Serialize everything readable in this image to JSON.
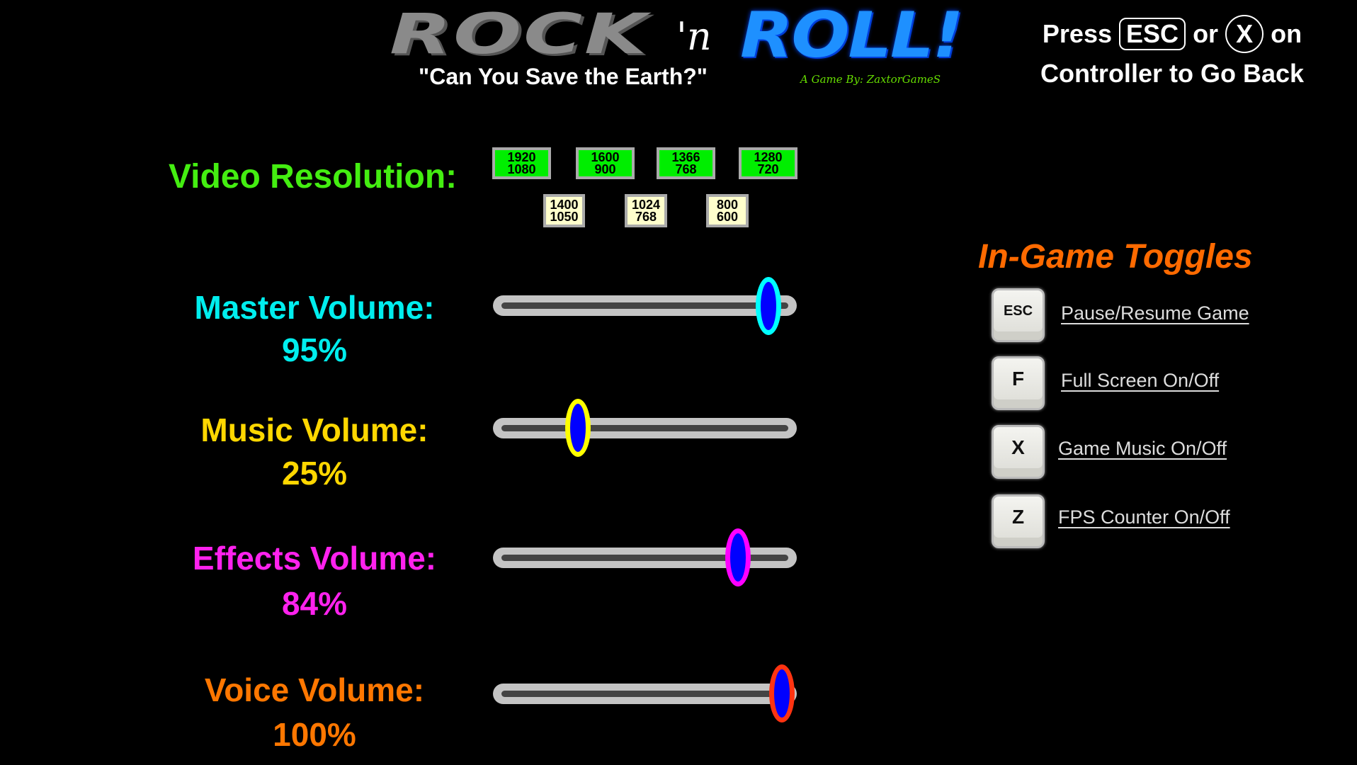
{
  "header": {
    "logo_left": "ROCK",
    "logo_mid": "'n",
    "logo_right": "ROLL!",
    "tagline": "\"Can You Save the Earth?\"",
    "byline": "A Game By: ZaxtorGameS",
    "back_hint": {
      "press": "Press",
      "esc_key": "ESC",
      "or": "or",
      "x_button": "X",
      "on": "on",
      "line2": "Controller to Go Back"
    }
  },
  "video": {
    "label": "Video Resolution:",
    "resolutions": [
      {
        "w": "1920",
        "h": "1080",
        "available": true
      },
      {
        "w": "1600",
        "h": "900",
        "available": true
      },
      {
        "w": "1366",
        "h": "768",
        "available": true
      },
      {
        "w": "1280",
        "h": "720",
        "available": true
      },
      {
        "w": "1400",
        "h": "1050",
        "available": false
      },
      {
        "w": "1024",
        "h": "768",
        "available": false
      },
      {
        "w": "800",
        "h": "600",
        "available": false
      }
    ]
  },
  "volumes": [
    {
      "label": "Master Volume:",
      "percent": "95%",
      "value": 95,
      "color": "#00eeee",
      "thumb_ring": "#00ffff"
    },
    {
      "label": "Music Volume:",
      "percent": "25%",
      "value": 25,
      "color": "#ffd700",
      "thumb_ring": "#ffff00"
    },
    {
      "label": "Effects Volume:",
      "percent": "84%",
      "value": 84,
      "color": "#ff22ee",
      "thumb_ring": "#ff00ff"
    },
    {
      "label": "Voice Volume:",
      "percent": "100%",
      "value": 100,
      "color": "#ff7700",
      "thumb_ring": "#ff3311"
    }
  ],
  "toggles": {
    "title": "In-Game Toggles",
    "items": [
      {
        "key": "ESC",
        "label": "Pause/Resume Game"
      },
      {
        "key": "F",
        "label": "Full Screen On/Off"
      },
      {
        "key": "X",
        "label": "Game Music On/Off"
      },
      {
        "key": "Z",
        "label": "FPS Counter On/Off"
      }
    ]
  },
  "colors": {
    "background": "#000000",
    "video_label": "#44ee11",
    "res_active": "#00ee00",
    "res_inactive": "#ffffcc",
    "thumb_fill": "#0000ff",
    "toggles_title": "#ff6a00"
  }
}
